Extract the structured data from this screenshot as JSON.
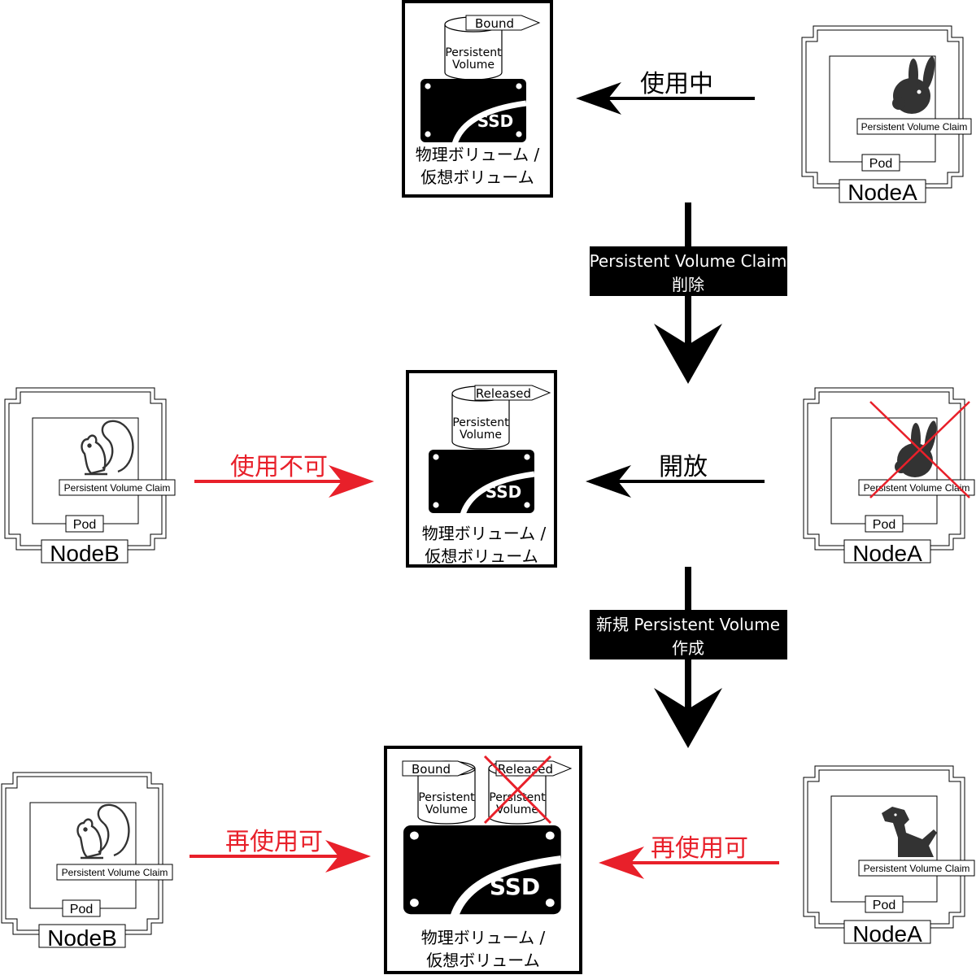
{
  "colors": {
    "black": "#000000",
    "red": "#e8202a",
    "icon_gray": "#333333",
    "white": "#ffffff"
  },
  "storage": {
    "ssd_label": "SSD",
    "line1": "物理ボリューム /",
    "line2": "仮想ボリューム",
    "pv_line1": "Persistent",
    "pv_line2": "Volume",
    "status_bound": "Bound",
    "status_released": "Released"
  },
  "node": {
    "pvc_label": "Persistent Volume Claim",
    "pod_label": "Pod",
    "node_a": "NodeA",
    "node_b": "NodeB"
  },
  "arrows": {
    "in_use": "使用中",
    "release": "開放",
    "unusable": "使用不可",
    "reusable": "再使用可"
  },
  "steps": {
    "delete_line1": "Persistent Volume Claim",
    "delete_line2": "削除",
    "create_line1": "新規 Persistent Volume",
    "create_line2": "作成"
  },
  "icons": {
    "rabbit": "rabbit-icon",
    "squirrel": "squirrel-icon",
    "dog": "dog-icon",
    "ssd": "ssd-icon"
  }
}
